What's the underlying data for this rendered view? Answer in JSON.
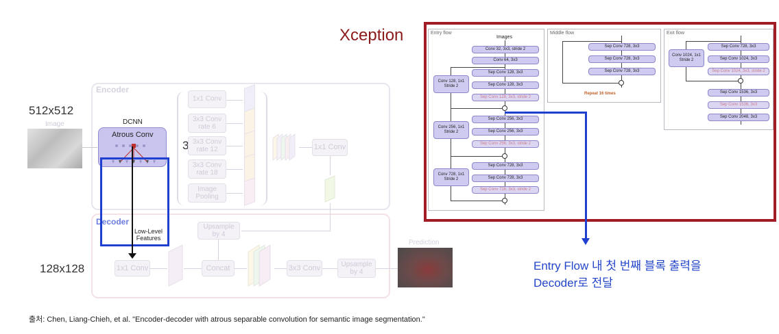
{
  "labels": {
    "size_512": "512x512",
    "size_32": "32x32",
    "size_128": "128x128",
    "xception": "Xception",
    "annotation_line1": "Entry Flow 내 첫 번째 블록 출력을",
    "annotation_line2": "Decoder로 전달",
    "citation": "출처: Chen, Liang-Chieh, et al. \"Encoder-decoder with atrous separable convolution for semantic image segmentation.\""
  },
  "deeplab": {
    "encoder_label": "Encoder",
    "decoder_label": "Decoder",
    "image_label": "Image",
    "dcnn_label": "DCNN",
    "atrous_conv_label": "Atrous Conv",
    "aspp": [
      "1x1 Conv",
      "3x3 Conv\nrate 6",
      "3x3 Conv\nrate 12",
      "3x3 Conv\nrate 18",
      "Image\nPooling"
    ],
    "enc_1x1_conv": "1x1 Conv",
    "upsample_4a": "Upsample\nby 4",
    "low_level_features": "Low-Level\nFeatures",
    "dec_1x1_conv": "1x1 Conv",
    "concat": "Concat",
    "dec_3x3_conv": "3x3 Conv",
    "upsample_4b": "Upsample\nby 4",
    "prediction_label": "Prediction"
  },
  "xception_panel": {
    "entry_flow": {
      "title": "Entry flow",
      "images_label": "Images",
      "blocks": [
        "Conv 32, 3x3, stride 2",
        "Conv 64, 3x3"
      ],
      "group1": [
        "Sep Conv 128, 3x3",
        "Sep Conv 128, 3x3",
        "Sep Conv 128, 3x3, stride 2"
      ],
      "skip1": "Conv 128, 1x1\nStride 2",
      "group2": [
        "Sep Conv 256, 3x3",
        "Sep Conv 256, 3x3",
        "Sep Conv 256, 3x3, stride 2"
      ],
      "skip2": "Conv 256, 1x1\nStride 2",
      "group3": [
        "Sep Conv 728, 3x3",
        "Sep Conv 728, 3x3",
        "Sep Conv 728, 3x3, stride 2"
      ],
      "skip3": "Conv 728, 1x1\nStride 2"
    },
    "middle_flow": {
      "title": "Middle flow",
      "blocks": [
        "Sep Conv 728, 3x3",
        "Sep Conv 728, 3x3",
        "Sep Conv 728, 3x3"
      ],
      "repeat": "Repeat 16 times"
    },
    "exit_flow": {
      "title": "Exit flow",
      "skip": "Conv 1024, 1x1\nStride 2",
      "blocks": [
        "Sep Conv 728, 3x3",
        "Sep Conv 1024, 3x3",
        "Sep Conv 1024, 3x3, stride 2",
        "Sep Conv 1536, 3x3",
        "Sep Conv 1536, 3x3",
        "Sep Conv 2048, 3x3"
      ]
    }
  },
  "colors": {
    "xception_frame": "#a11c24",
    "highlight_blue": "#1f3fd0",
    "xception_title": "#8b1a1a",
    "annotation_text": "#2346c8"
  }
}
